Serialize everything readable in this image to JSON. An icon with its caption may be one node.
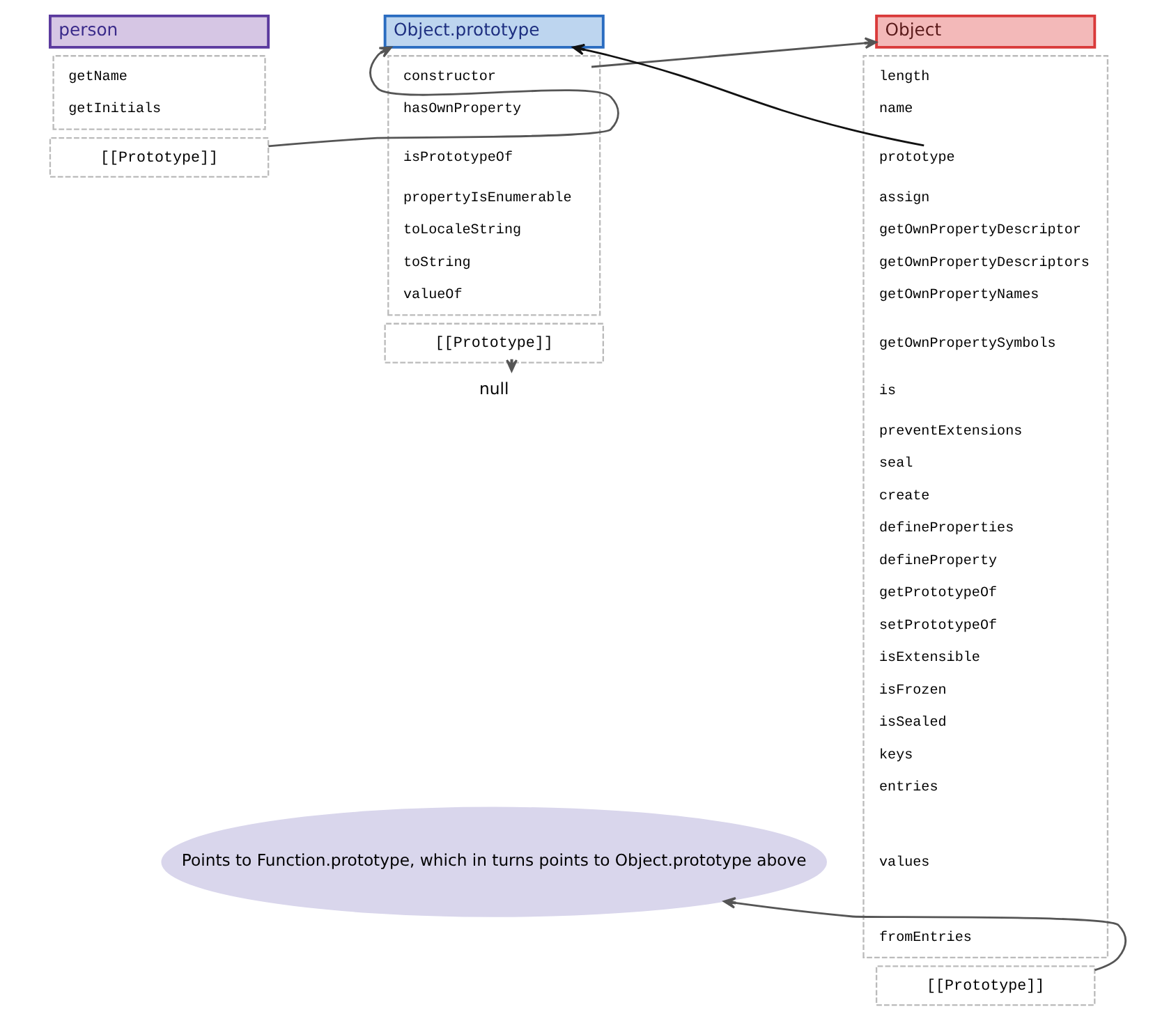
{
  "diagram": {
    "nodes": [
      {
        "text": [
          "person"
        ]
      },
      {
        "text": [],
        "shape": "box"
      },
      {
        "text": [
          "getName"
        ],
        "in": 1
      },
      {
        "text": [
          "getInitials"
        ],
        "in": 1
      },
      {
        "text": [
          "[[Prototype]]"
        ]
      },
      {
        "text": [
          "Object.prototype"
        ]
      },
      {
        "text": [],
        "shape": "box"
      },
      {
        "text": [
          "constructor"
        ],
        "in": 6
      },
      {
        "text": [
          "hasOwnProperty"
        ],
        "in": 6
      },
      {
        "text": [
          "isPrototypeOf"
        ],
        "in": 6
      },
      {
        "text": [
          "propertyIsEnumerable"
        ],
        "in": 6
      },
      {
        "text": [
          "toLocaleString"
        ],
        "in": 6
      },
      {
        "text": [
          "toString"
        ],
        "in": 6
      },
      {
        "text": [
          "valueOf"
        ],
        "in": 6
      },
      {
        "text": [
          "[[Prototype]]"
        ]
      },
      {
        "text": [
          "null"
        ]
      },
      {
        "text": [
          "Object"
        ]
      },
      {
        "text": [],
        "shape": "box"
      },
      {
        "text": [
          "length"
        ],
        "in": 17
      },
      {
        "text": [
          "name"
        ],
        "in": 17
      },
      {
        "text": [
          "prototype"
        ],
        "in": 17
      },
      {
        "text": [
          "assign"
        ],
        "in": 17
      },
      {
        "text": [
          "getOwnPropertyDescriptor"
        ],
        "in": 17
      },
      {
        "text": [
          "getOwnPropertyDescriptors"
        ],
        "in": 17
      },
      {
        "text": [
          "getOwnPropertyNames"
        ],
        "in": 17
      },
      {
        "text": [
          "getOwnPropertySymbols"
        ],
        "in": 17
      },
      {
        "text": [
          "is"
        ],
        "in": 17
      },
      {
        "text": [
          "preventExtensions"
        ],
        "in": 17
      },
      {
        "text": [
          "seal"
        ],
        "in": 17
      },
      {
        "text": [
          "create"
        ],
        "in": 17
      },
      {
        "text": [
          "defineProperties"
        ],
        "in": 17
      },
      {
        "text": [
          "defineProperty"
        ],
        "in": 17
      },
      {
        "text": [
          "getPrototypeOf"
        ],
        "in": 17
      },
      {
        "text": [
          "setPrototypeOf"
        ],
        "in": 17
      },
      {
        "text": [
          "isExtensible"
        ],
        "in": 17
      },
      {
        "text": [
          "isFrozen"
        ],
        "in": 17
      },
      {
        "text": [
          "isSealed"
        ],
        "in": 17
      },
      {
        "text": [
          "keys"
        ],
        "in": 17
      },
      {
        "text": [
          "entries"
        ],
        "in": 17
      },
      {
        "text": [
          "values"
        ],
        "in": 17
      },
      {
        "text": [
          "fromEntries"
        ],
        "in": 17
      },
      {
        "text": [
          "[[Prototype]]"
        ]
      },
      {
        "text": [
          "Points to Function.prototype, which in turns points to Object.prototype above"
        ]
      }
    ],
    "edges": [
      {
        "from": 4,
        "to": 5,
        "arrow": "to"
      },
      {
        "from": 7,
        "to": 16,
        "arrow": "to"
      },
      {
        "from": 20,
        "to": 5,
        "arrow": "to",
        "color": "#111111"
      },
      {
        "from": 14,
        "to": 15,
        "arrow": "to"
      },
      {
        "from": 41,
        "to": 42,
        "arrow": "to"
      }
    ]
  }
}
